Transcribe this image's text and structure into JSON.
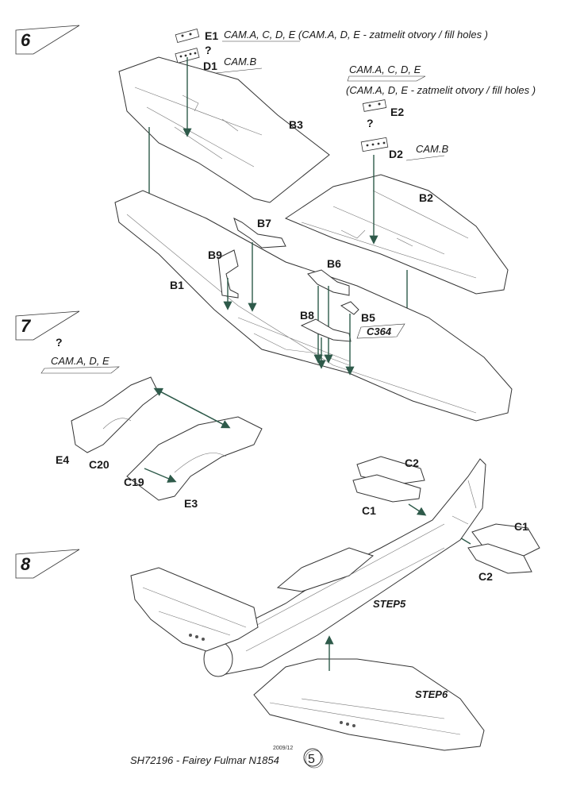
{
  "steps": [
    {
      "number": "6"
    },
    {
      "number": "7"
    },
    {
      "number": "8"
    }
  ],
  "step6": {
    "e1": "E1",
    "e1_note": "CAM.A, C, D, E (CAM.A, D, E - zatmelit otvory / fill holes )",
    "d1": "D1",
    "d1_note": "CAM.B",
    "cam_acde": "CAM.A, C, D, E",
    "cam_ade_fill": "(CAM.A, D, E - zatmelit otvory / fill holes )",
    "e2": "E2",
    "d2": "D2",
    "d2_note": "CAM.B",
    "b3": "B3",
    "b2": "B2",
    "b7": "B7",
    "b9": "B9",
    "b1": "B1",
    "b6": "B6",
    "b8": "B8",
    "b5": "B5",
    "c364": "C364"
  },
  "step7": {
    "note": "CAM.A, D, E",
    "e4": "E4",
    "c20": "C20",
    "c19": "C19",
    "e3": "E3"
  },
  "step8": {
    "c2_top": "C2",
    "c1_left": "C1",
    "c1_right": "C1",
    "c2_right": "C2",
    "step5": "STEP5",
    "step6": "STEP6"
  },
  "footer": {
    "date": "2009/12",
    "kit": "SH72196 - Fairey Fulmar N1854",
    "page": "5"
  }
}
